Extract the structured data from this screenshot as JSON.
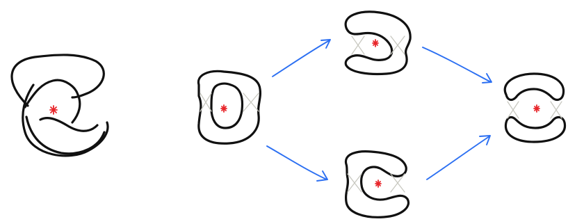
{
  "colors": {
    "ink": "#111111",
    "faint_crossing": "#c8c8c0",
    "basepoint_star": "#e8252a",
    "arrow": "#2b6ff2"
  },
  "figures": [
    {
      "id": "knot-diagram",
      "marker": "red-star"
    },
    {
      "id": "unresolved-state",
      "marker": "red-star"
    },
    {
      "id": "top-resolution",
      "marker": "red-star"
    },
    {
      "id": "bottom-resolution",
      "marker": "red-star"
    },
    {
      "id": "final-resolution",
      "marker": "red-star"
    }
  ],
  "arrows": [
    {
      "from": "unresolved-state",
      "to": "top-resolution"
    },
    {
      "from": "unresolved-state",
      "to": "bottom-resolution"
    },
    {
      "from": "top-resolution",
      "to": "final-resolution"
    },
    {
      "from": "bottom-resolution",
      "to": "final-resolution"
    }
  ]
}
